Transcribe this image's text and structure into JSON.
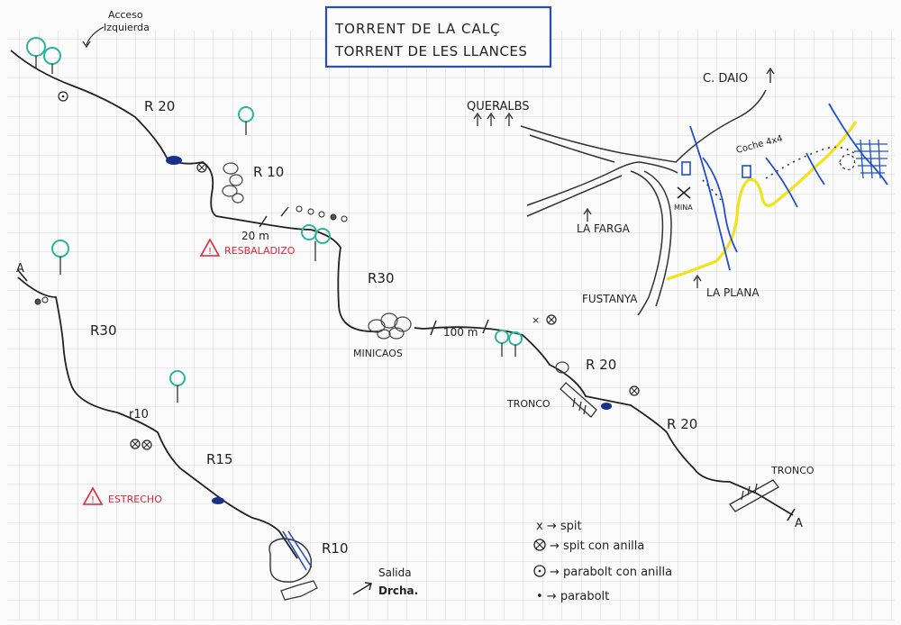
{
  "title": {
    "line1": "TORRENT DE LA CALÇ",
    "line2": "TORRENT DE LES LLANCES"
  },
  "top_labels": {
    "acceso_line1": "Acceso",
    "acceso_line2": "Izquierda"
  },
  "rappels": {
    "r20_top": "R 20",
    "r10_upper": "R 10",
    "r30_mid": "R30",
    "r30_left": "R30",
    "r20_right": "R 20",
    "r20_right2": "R 20",
    "r10_left": "r10",
    "r15": "R15",
    "r10_bottom": "R10"
  },
  "distances": {
    "d20": "20 m",
    "d100": "100 m"
  },
  "features": {
    "minicaos": "MINICAOS",
    "tronco1": "TRONCO",
    "tronco2": "TRONCO",
    "a_left": "A",
    "a_right": "A"
  },
  "warnings": {
    "resbaladizo": "RESBALADIZO",
    "estrecho": "ESTRECHO"
  },
  "exit": {
    "line1": "Salida",
    "line2": "Drcha."
  },
  "map": {
    "queralbs": "QUERALBS",
    "c_daio": "C. DAIO",
    "la_farga": "LA FARGA",
    "fustanya": "FUSTANYA",
    "la_plana": "LA PLANA",
    "mina": "MINA",
    "coche": "Coche 4x4"
  },
  "legend": {
    "spit": "x → spit",
    "spit_anilla": "→ spit con anilla",
    "parabolt_anilla": "→ parabolt con anilla",
    "parabolt": "• → parabolt"
  },
  "colors": {
    "grid": "#c9ccd2",
    "title_border": "#2a4db8",
    "river": "#1f4fd0",
    "road_yellow": "#f2e21c",
    "tree": "#2bb59a",
    "warning": "#e0263c",
    "pool": "#1a2f8a"
  }
}
